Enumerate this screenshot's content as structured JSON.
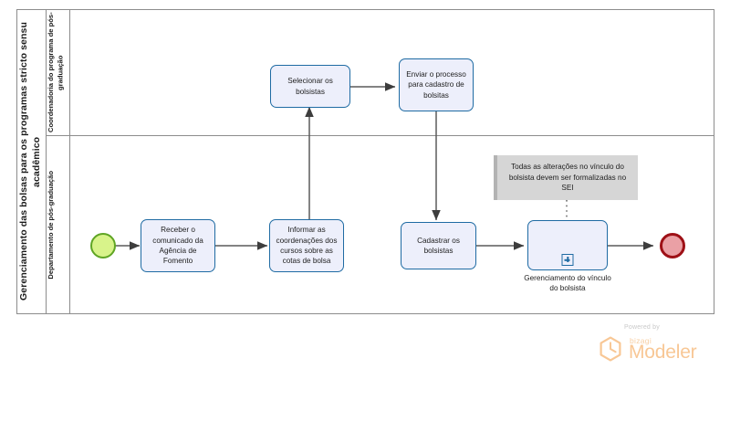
{
  "diagram": {
    "type": "bpmn-process-diagram",
    "pool": {
      "label": "Gerenciamento das bolsas para os programas stricto sensu acadêmico"
    },
    "lanes": [
      {
        "id": "lane-coordenadoria",
        "label": "Coordenadoria do programa de pós-graduação"
      },
      {
        "id": "lane-departamento",
        "label": "Departamento de pós-graduação"
      }
    ],
    "events": [
      {
        "id": "start-event",
        "kind": "start",
        "lane": "lane-departamento",
        "fill": "#d8f38a",
        "stroke": "#5fa524"
      },
      {
        "id": "end-event",
        "kind": "end",
        "lane": "lane-departamento",
        "fill": "#eaa0a5",
        "stroke": "#9e1016"
      }
    ],
    "tasks": [
      {
        "id": "task-selecionar-bolsistas",
        "label": "Selecionar os bolsistas",
        "lane": "lane-coordenadoria"
      },
      {
        "id": "task-enviar-processo",
        "label": "Enviar o processo para cadastro de bolsitas",
        "lane": "lane-coordenadoria"
      },
      {
        "id": "task-receber-comunicado",
        "label": "Receber o comunicado da Agência de Fomento",
        "lane": "lane-departamento"
      },
      {
        "id": "task-informar-coordenacoes",
        "label": "Informar as coordenações dos cursos sobre as cotas de bolsa",
        "lane": "lane-departamento"
      },
      {
        "id": "task-cadastrar-bolsistas",
        "label": "Cadastrar os bolsistas",
        "lane": "lane-departamento"
      }
    ],
    "subprocess": {
      "id": "subprocess-gerenciamento-vinculo",
      "label": "Gerenciamento do vínculo do bolsista",
      "marker": "plus-collapsed-icon"
    },
    "annotation": {
      "id": "annotation-sei",
      "text": "Todas as alterações no vínculo do bolsista devem ser formalizadas no SEI"
    },
    "colors": {
      "task_fill": "#edeffb",
      "task_stroke": "#1f6ba3",
      "lane_stroke": "#8c8c8c",
      "annotation_fill": "#d6d6d6",
      "flow_stroke": "#5a5a5a"
    }
  },
  "watermark": {
    "powered_by": "Powered by",
    "brand": "bizagi",
    "product": "Modeler"
  }
}
